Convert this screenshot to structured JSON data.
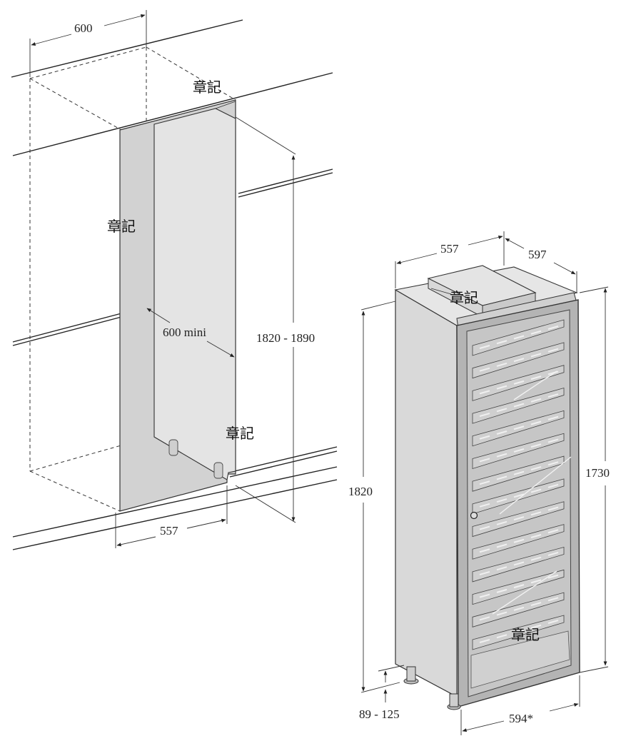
{
  "dimensions": {
    "niche_width": "600",
    "niche_depth_min": "600 mini",
    "niche_height": "1820 - 1890",
    "niche_bottom_depth": "557",
    "appliance_width": "557",
    "appliance_depth": "597",
    "appliance_height": "1820",
    "door_height": "1730",
    "feet_height": "89 - 125",
    "door_width": "594*"
  },
  "marks": {
    "niche_top": "章記",
    "niche_side": "章記",
    "niche_bottom": "章記",
    "appliance_top": "章記",
    "appliance_bottom": "章記"
  }
}
